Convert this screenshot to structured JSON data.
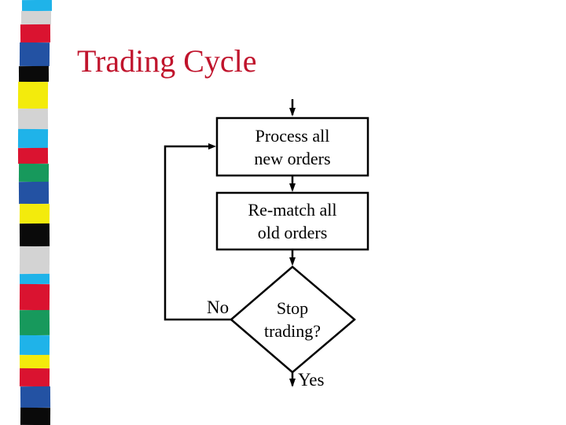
{
  "slide": {
    "title": "Trading Cycle",
    "title_color": "#c0142c",
    "background_color": "#ffffff"
  },
  "stripe": {
    "name": "decorative-mosaic-ribbon",
    "blocks": [
      {
        "color": "#1fb3e9",
        "h": 14
      },
      {
        "color": "#d3d3d3",
        "h": 17
      },
      {
        "color": "#da1330",
        "h": 23
      },
      {
        "color": "#2352a3",
        "h": 30
      },
      {
        "color": "#0a0a0a",
        "h": 20
      },
      {
        "color": "#f3eb0c",
        "h": 34
      },
      {
        "color": "#d3d3d3",
        "h": 26
      },
      {
        "color": "#1fb3e9",
        "h": 24
      },
      {
        "color": "#da1330",
        "h": 20
      },
      {
        "color": "#17995c",
        "h": 23
      },
      {
        "color": "#2352a3",
        "h": 28
      },
      {
        "color": "#f3eb0c",
        "h": 25
      },
      {
        "color": "#0a0a0a",
        "h": 29
      },
      {
        "color": "#d3d3d3",
        "h": 35
      },
      {
        "color": "#1fb3e9",
        "h": 13
      },
      {
        "color": "#da1330",
        "h": 33
      },
      {
        "color": "#17995c",
        "h": 32
      },
      {
        "color": "#1fb3e9",
        "h": 25
      },
      {
        "color": "#f3eb0c",
        "h": 17
      },
      {
        "color": "#da1330",
        "h": 23
      },
      {
        "color": "#2352a3",
        "h": 27
      },
      {
        "color": "#0a0a0a",
        "h": 22
      }
    ]
  },
  "flowchart": {
    "stroke_color": "#000000",
    "process_box": {
      "line1": "Process all",
      "line2": "new orders"
    },
    "rematch_box": {
      "line1": "Re-match all",
      "line2": "old orders"
    },
    "decision": {
      "line1": "Stop",
      "line2": "trading?"
    },
    "no_label": "No",
    "yes_label": "Yes"
  }
}
